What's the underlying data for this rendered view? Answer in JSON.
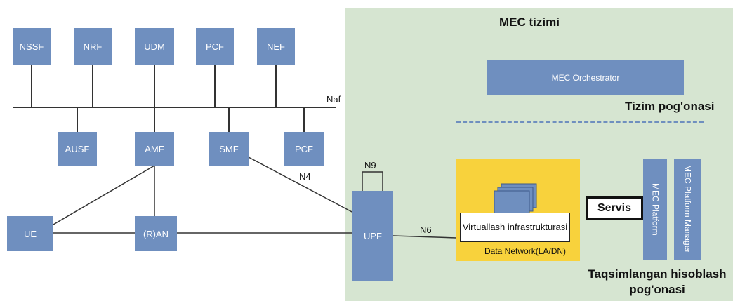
{
  "mec_system": {
    "title": "MEC tizimi",
    "orchestrator": "MEC Orchestrator",
    "system_level": "Tizim pog'onasi",
    "virtual_infra": "Virtuallash infrastrukturasi",
    "data_network": "Data Network(LA/DN)",
    "service": "Servis",
    "mec_platform": "MEC Platform",
    "mec_platform_manager": "MEC Platform Manager",
    "distributed_level": "Taqsimlangan hisoblash pog'onasi"
  },
  "core_nf_top": [
    "NSSF",
    "NRF",
    "UDM",
    "PCF",
    "NEF"
  ],
  "core_nf_bottom": [
    "AUSF",
    "AMF",
    "SMF",
    "PCF"
  ],
  "access": {
    "ue": "UE",
    "ran": "(R)AN",
    "upf": "UPF"
  },
  "interfaces": {
    "naf": "Naf",
    "n4": "N4",
    "n6": "N6",
    "n9": "N9"
  },
  "colors": {
    "box": "#6f8fbf",
    "mec_panel": "#d6e5d1",
    "data_network": "#f8d23c"
  }
}
